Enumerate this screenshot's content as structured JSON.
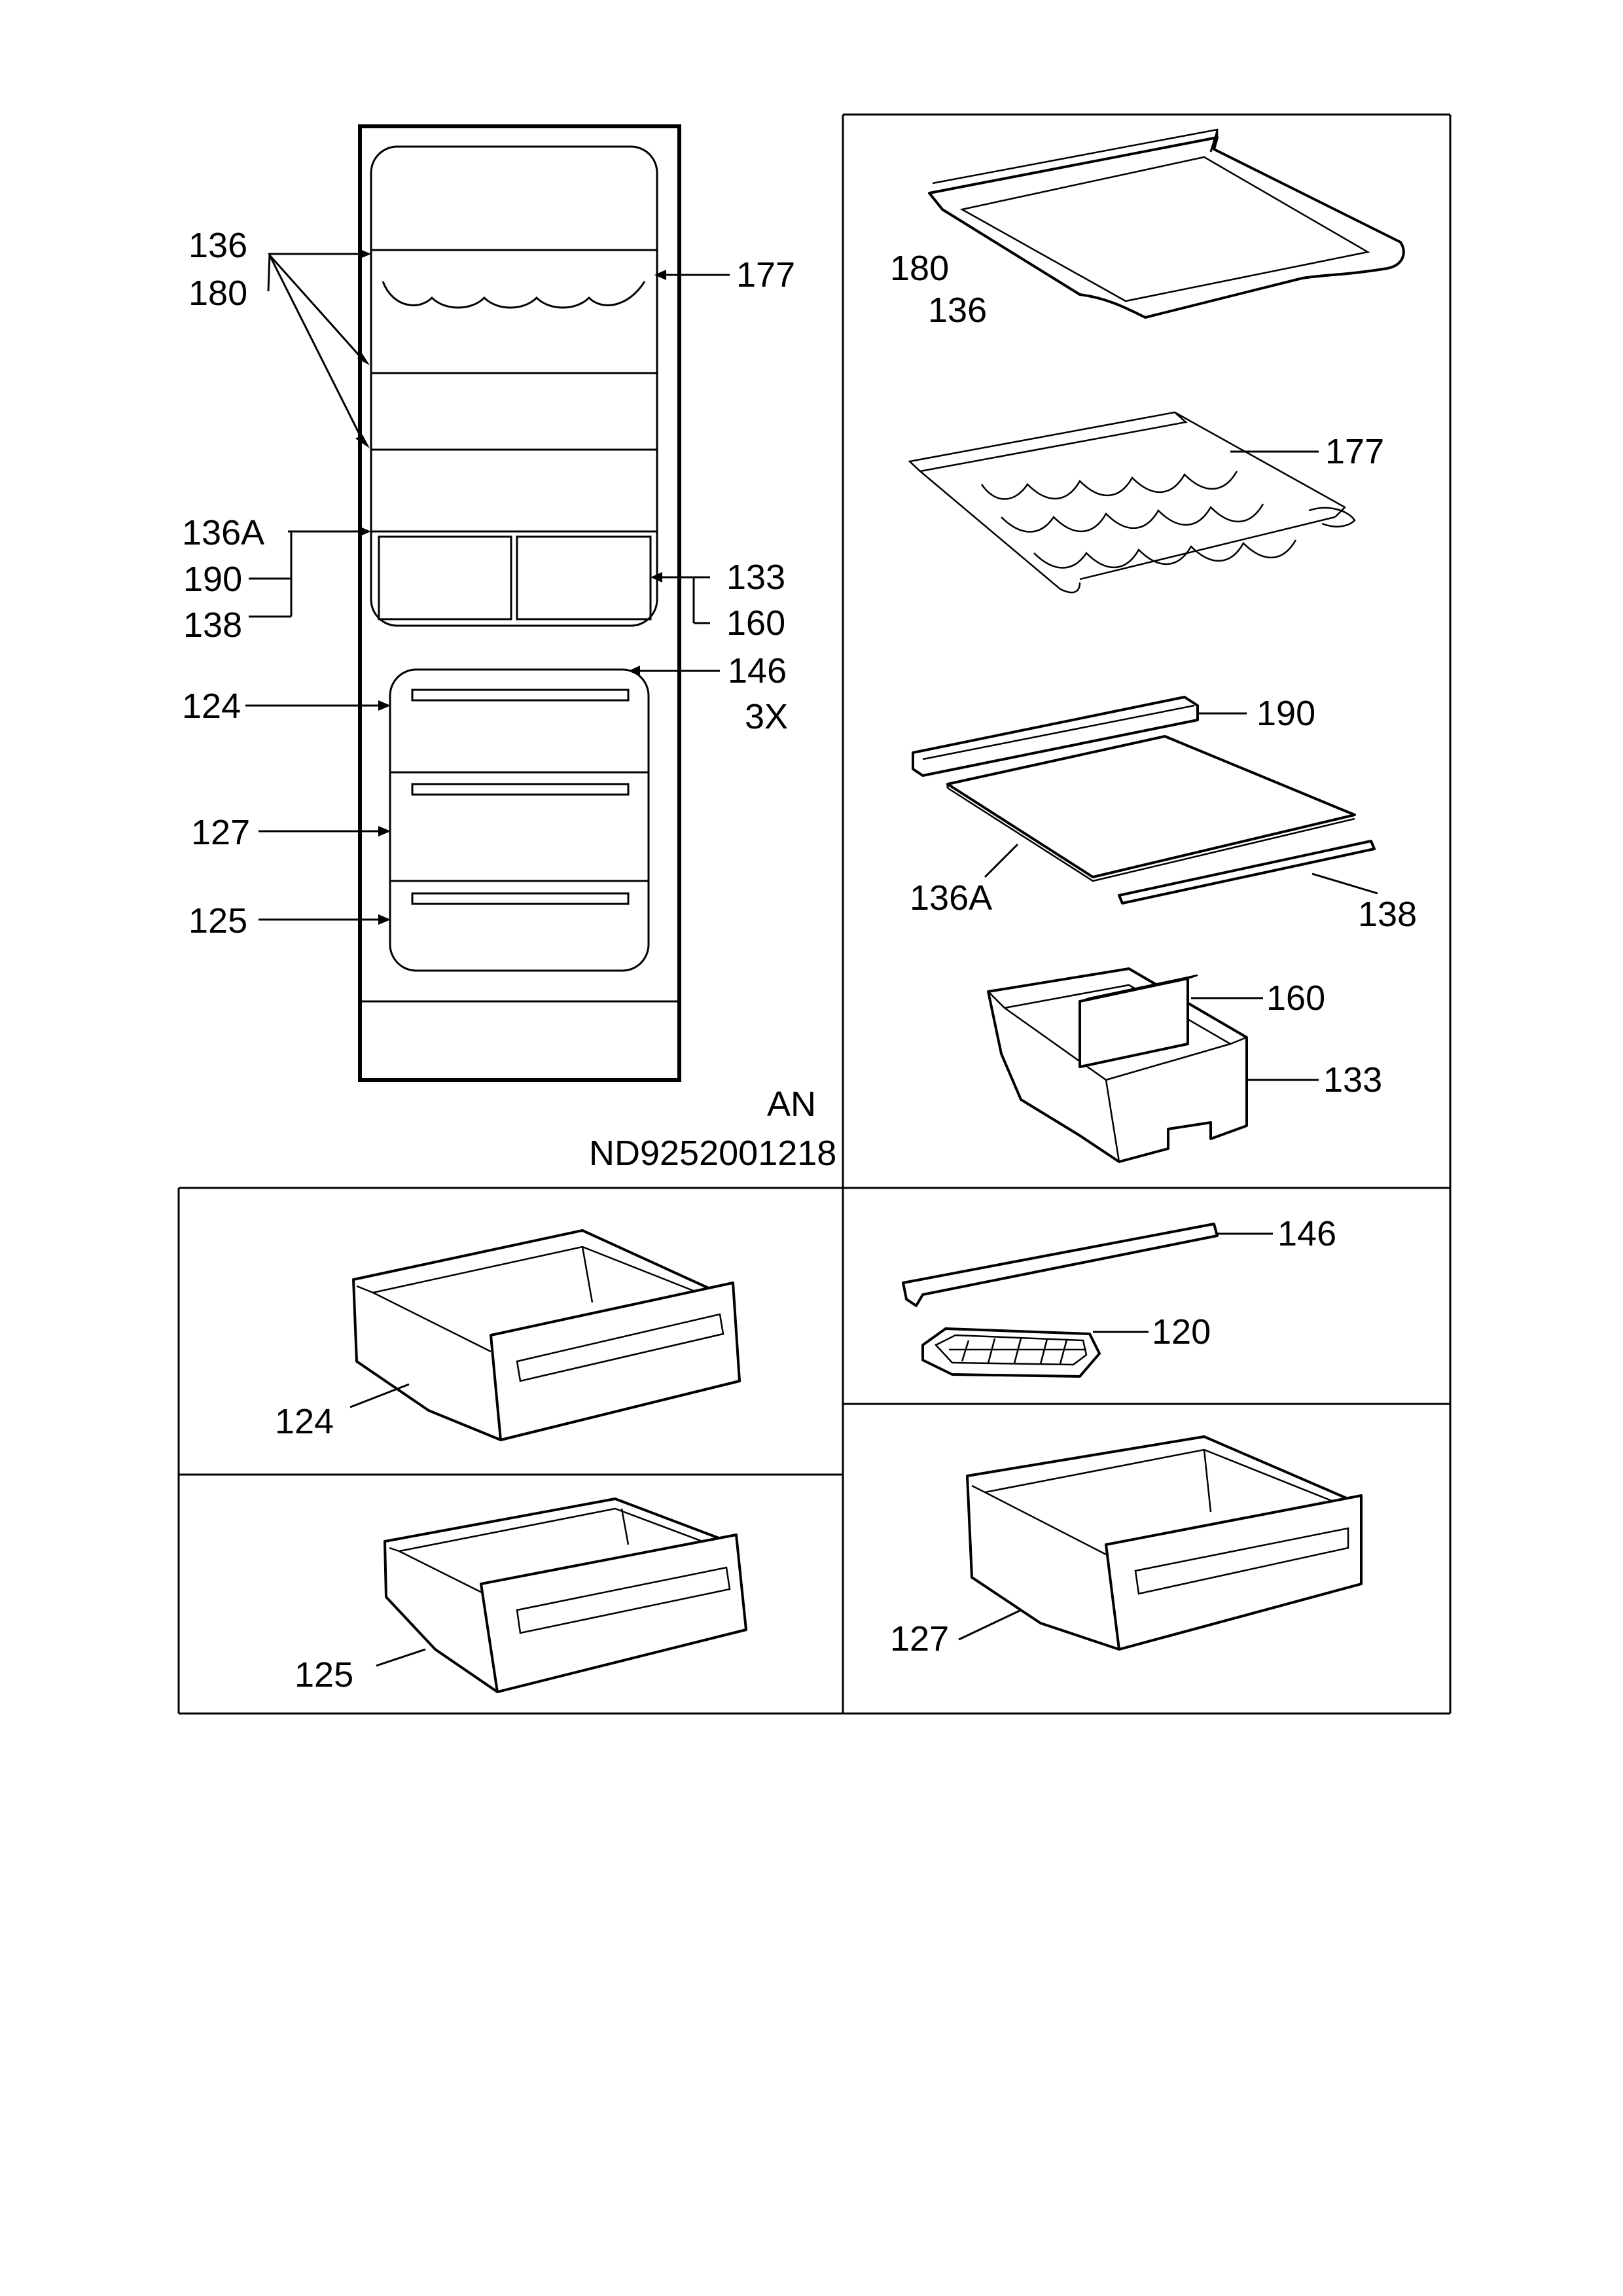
{
  "labels": {
    "fridge": {
      "l136": "136",
      "l180": "180",
      "l177": "177",
      "l136a": "136A",
      "l190": "190",
      "l138": "138",
      "l133": "133",
      "l160": "160",
      "l146": "146",
      "l3x": "3X",
      "l124": "124",
      "l127": "127",
      "l125": "125"
    },
    "model": {
      "an": "AN",
      "code": "ND9252001218"
    },
    "parts": {
      "shelf_180": "180",
      "shelf_136": "136",
      "rack_177": "177",
      "strip_190": "190",
      "glass_136a": "136A",
      "strip_138": "138",
      "divider_160": "160",
      "box_133": "133",
      "strip_146": "146",
      "ice_120": "120",
      "drawer_124": "124",
      "drawer_125": "125",
      "drawer_127": "127"
    }
  }
}
